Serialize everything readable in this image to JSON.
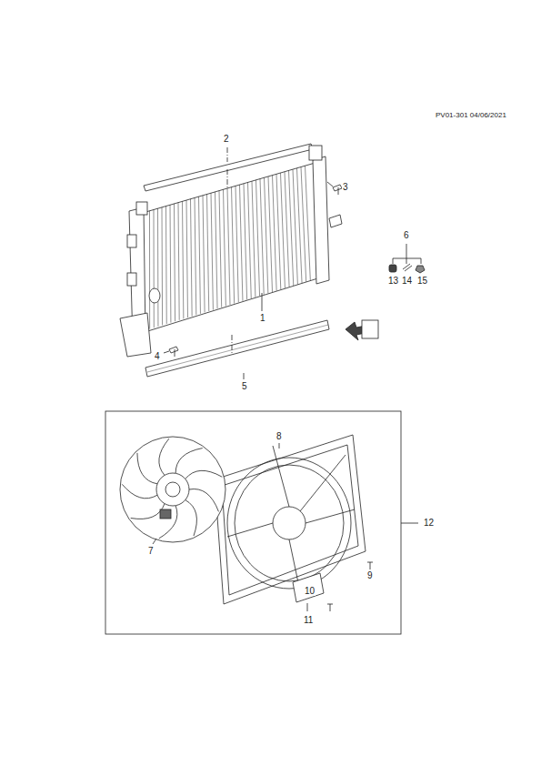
{
  "diagram": {
    "labels": [
      "PV01-301 04/06/2021",
      "2",
      "3",
      "6",
      "13",
      "14",
      "15",
      "1",
      "4",
      "5",
      "8",
      "12",
      "7",
      "9",
      "10",
      "11"
    ]
  }
}
